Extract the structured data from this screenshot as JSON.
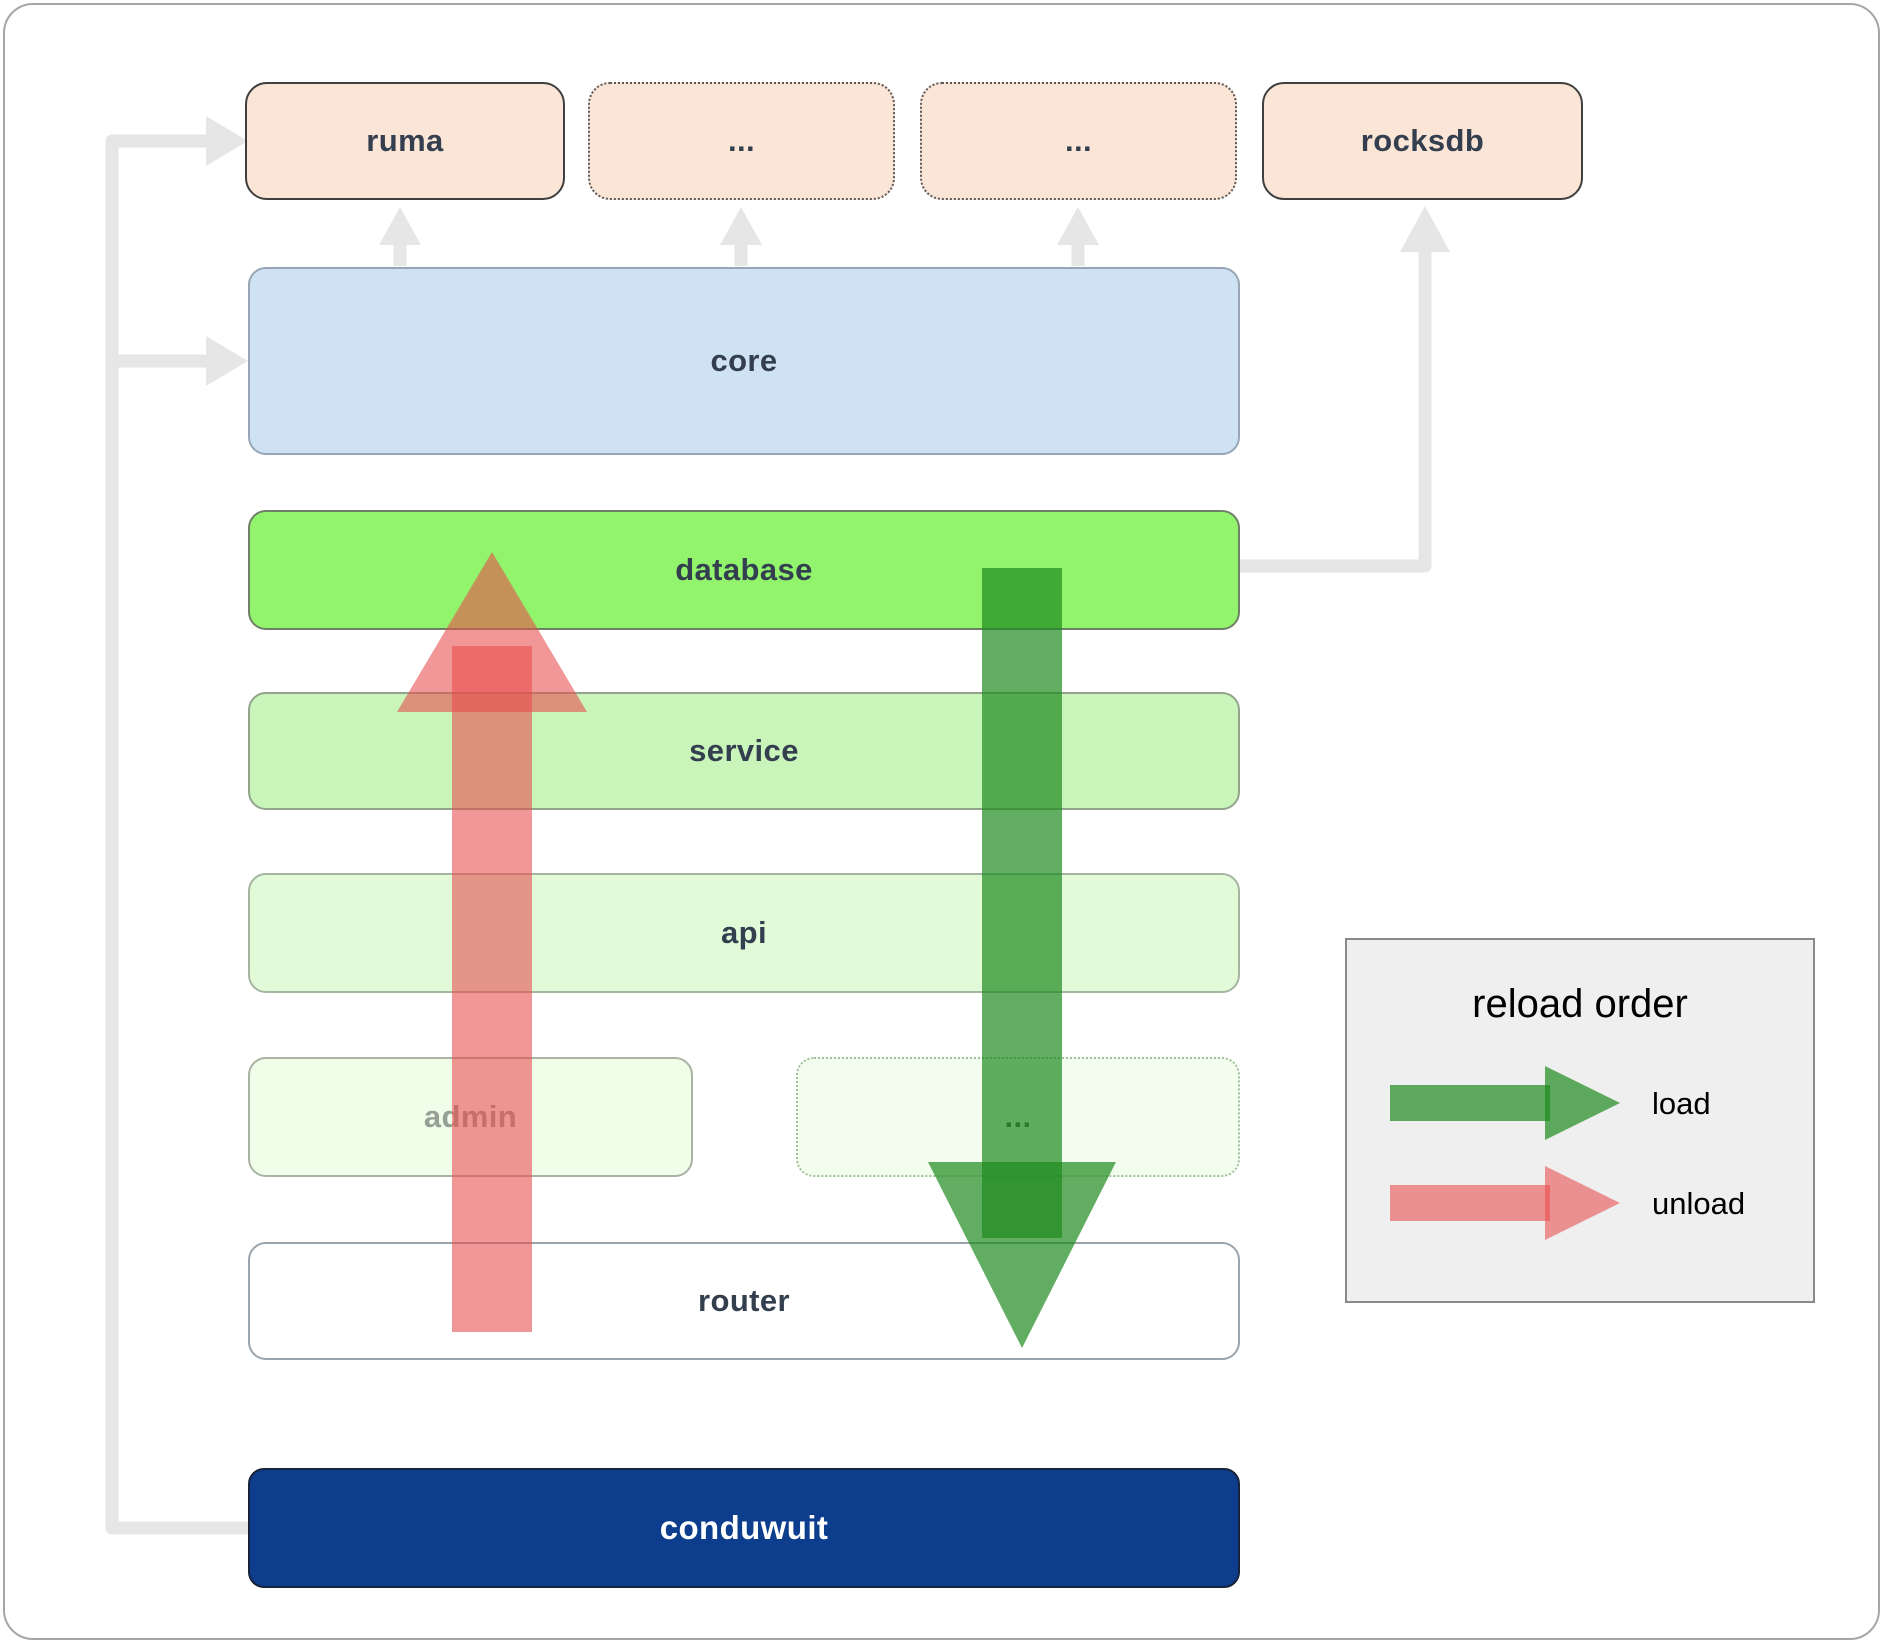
{
  "diagram": {
    "top_row": {
      "ruma": "ruma",
      "ellipsis_a": "...",
      "ellipsis_b": "...",
      "rocksdb": "rocksdb"
    },
    "layers": {
      "core": "core",
      "database": "database",
      "service": "service",
      "api": "api",
      "admin": "admin",
      "ellipsis_c": "...",
      "router": "router",
      "conduwuit": "conduwuit"
    },
    "legend": {
      "title": "reload order",
      "load_label": "load",
      "unload_label": "unload"
    },
    "colors": {
      "peach": "#fbe5d6",
      "core_blue": "#cfe2f3",
      "database_green": "#92f36c",
      "service_green": "#c9f4ba",
      "api_green": "#e1fad8",
      "admin_green": "#effde9",
      "conduwuit_navy": "#0c3e8d",
      "load_arrow_green": "#1e8a1e",
      "unload_arrow_red": "#e84c4c",
      "connector_gray": "#e6e6e6"
    }
  }
}
